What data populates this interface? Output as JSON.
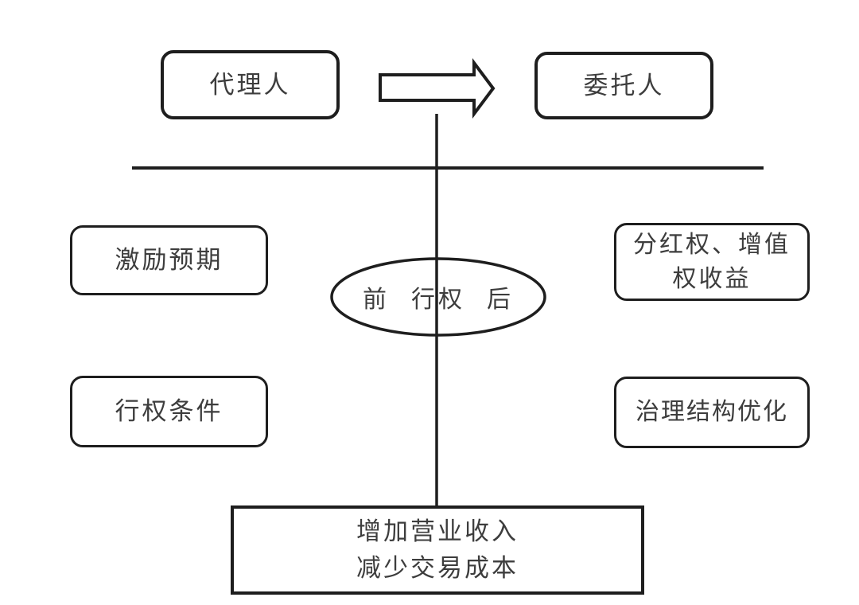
{
  "colors": {
    "background": "#ffffff",
    "line": "#1f1f1f",
    "text": "#3d3d3d"
  },
  "nodes": {
    "agent": {
      "label": "代理人"
    },
    "principal": {
      "label": "委托人"
    },
    "incentive": {
      "label": "激励预期"
    },
    "exercise_conditions": {
      "label": "行权条件"
    },
    "dividend": {
      "line1": "分红权、增值",
      "line2": "权收益"
    },
    "governance": {
      "label": "治理结构优化"
    },
    "exercise": {
      "left": "前",
      "middle": "行权",
      "right": "后"
    },
    "outcome": {
      "line1": "增加营业收入",
      "line2": "减少交易成本"
    }
  }
}
